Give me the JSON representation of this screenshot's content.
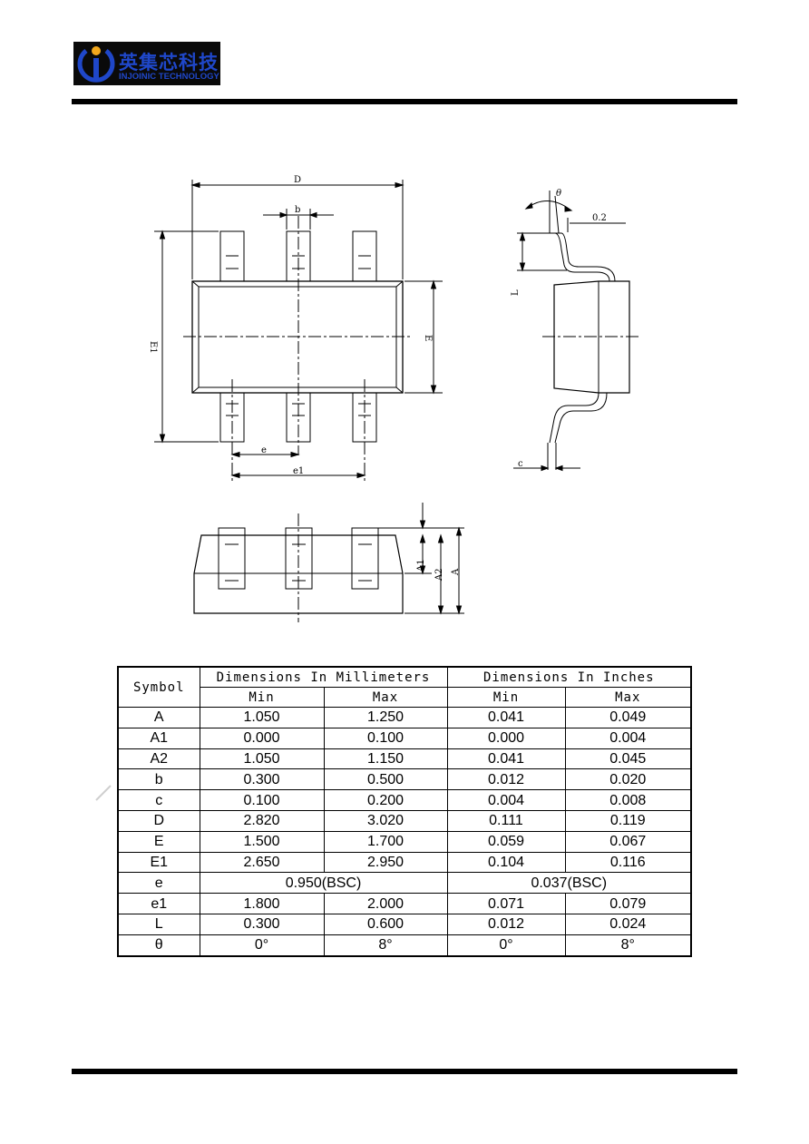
{
  "header": {
    "logo_cn": "英集芯科技",
    "logo_en": "INJOINIC TECHNOLOGY"
  },
  "drawing": {
    "labels": {
      "D": "D",
      "b": "b",
      "E1": "E1",
      "E": "E",
      "e": "e",
      "e1": "e1",
      "theta": "θ",
      "gauge": "0.2",
      "L": "L",
      "c": "c",
      "A1": "A1",
      "A2": "A2",
      "A": "A"
    }
  },
  "table": {
    "header": {
      "symbol": "Symbol",
      "mm": "Dimensions In Millimeters",
      "inch": "Dimensions In Inches",
      "min": "Min",
      "max": "Max"
    },
    "rows": [
      {
        "symbol": "A",
        "mm_min": "1.050",
        "mm_max": "1.250",
        "in_min": "0.041",
        "in_max": "0.049"
      },
      {
        "symbol": "A1",
        "mm_min": "0.000",
        "mm_max": "0.100",
        "in_min": "0.000",
        "in_max": "0.004"
      },
      {
        "symbol": "A2",
        "mm_min": "1.050",
        "mm_max": "1.150",
        "in_min": "0.041",
        "in_max": "0.045"
      },
      {
        "symbol": "b",
        "mm_min": "0.300",
        "mm_max": "0.500",
        "in_min": "0.012",
        "in_max": "0.020"
      },
      {
        "symbol": "c",
        "mm_min": "0.100",
        "mm_max": "0.200",
        "in_min": "0.004",
        "in_max": "0.008"
      },
      {
        "symbol": "D",
        "mm_min": "2.820",
        "mm_max": "3.020",
        "in_min": "0.111",
        "in_max": "0.119"
      },
      {
        "symbol": "E",
        "mm_min": "1.500",
        "mm_max": "1.700",
        "in_min": "0.059",
        "in_max": "0.067"
      },
      {
        "symbol": "E1",
        "mm_min": "2.650",
        "mm_max": "2.950",
        "in_min": "0.104",
        "in_max": "0.116"
      },
      {
        "symbol": "e",
        "mm_bsc": "0.950(BSC)",
        "in_bsc": "0.037(BSC)"
      },
      {
        "symbol": "e1",
        "mm_min": "1.800",
        "mm_max": "2.000",
        "in_min": "0.071",
        "in_max": "0.079"
      },
      {
        "symbol": "L",
        "mm_min": "0.300",
        "mm_max": "0.600",
        "in_min": "0.012",
        "in_max": "0.024"
      },
      {
        "symbol": "θ",
        "mm_min": "0°",
        "mm_max": "8°",
        "in_min": "0°",
        "in_max": "8°"
      }
    ]
  }
}
